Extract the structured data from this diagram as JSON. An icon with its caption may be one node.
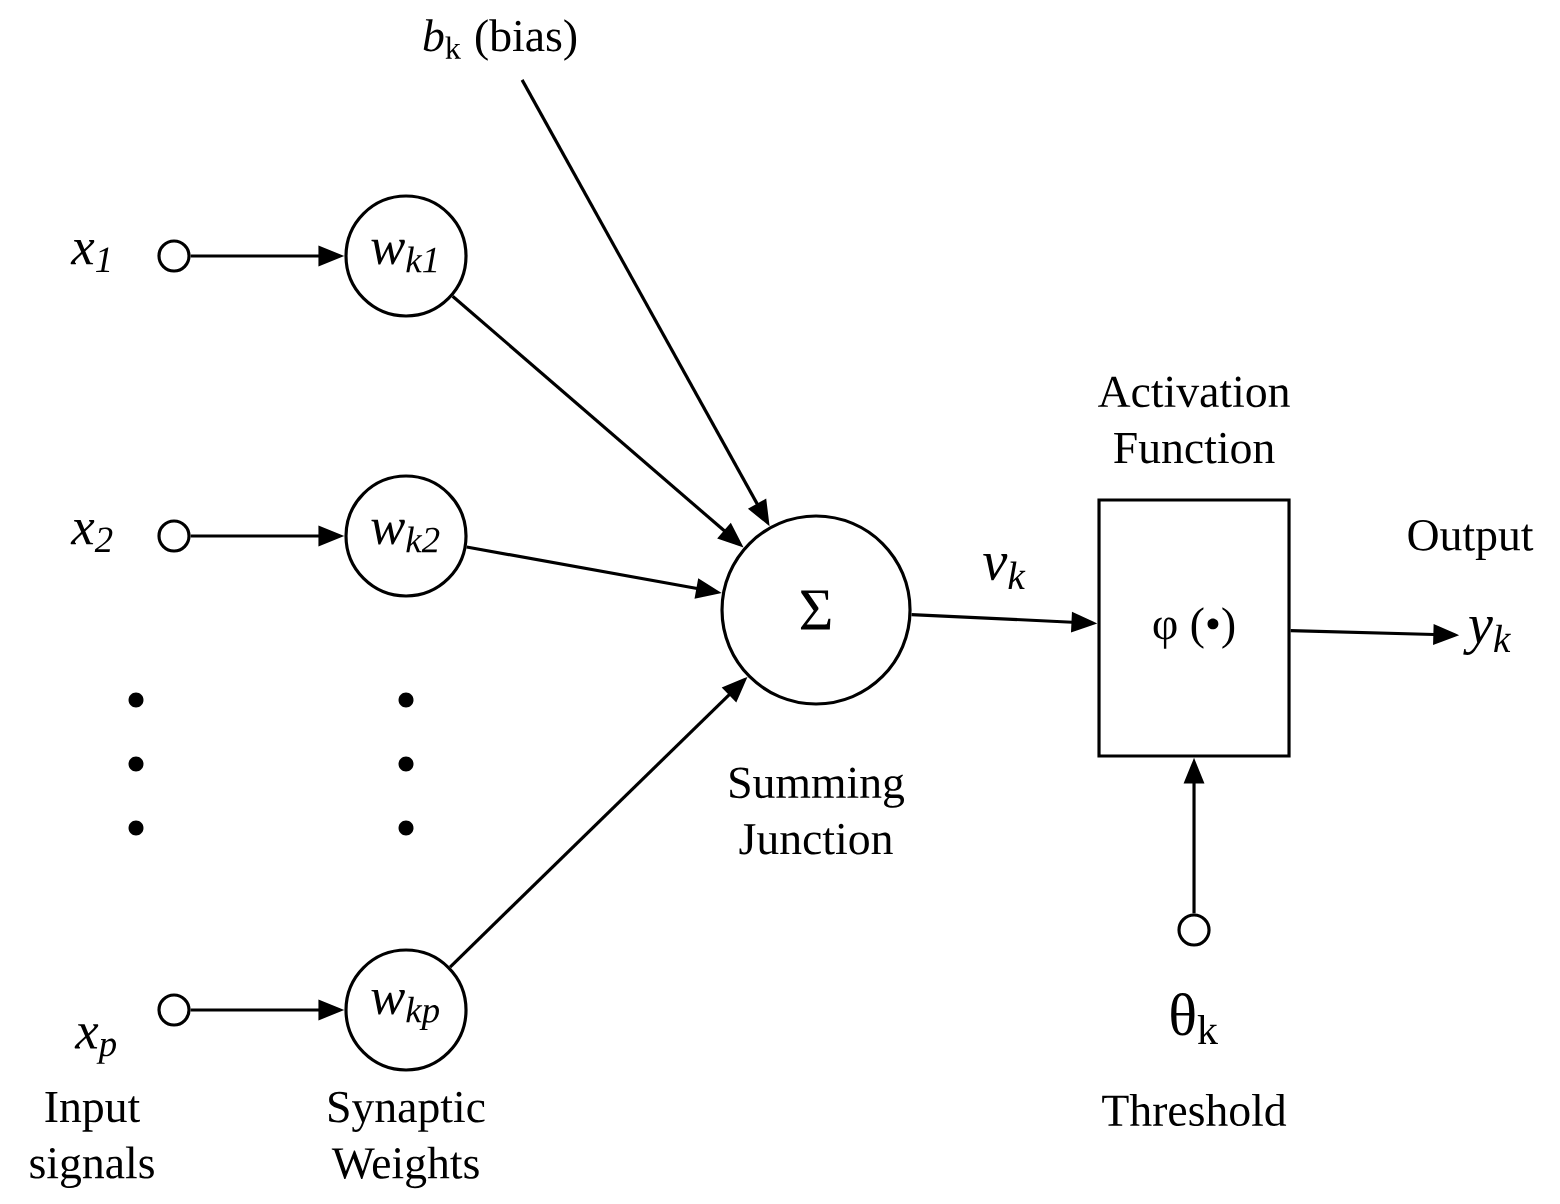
{
  "diagram": {
    "nodes": [
      {
        "text": [
          "x$_{1}$"
        ]
      },
      {
        "text": [
          "x$_{2}$"
        ]
      },
      {
        "text": [
          "x$_{p}$"
        ]
      },
      {
        "text": [
          "w$_{k1}$"
        ]
      },
      {
        "text": [
          "w$_{k2}$"
        ]
      },
      {
        "text": [
          "w$_{kp}$"
        ]
      },
      {
        "text": [
          "Σ"
        ],
        "beside": [
          "Summing Junction"
        ]
      },
      {
        "text": [
          "*b*$_{k}$ (bias)"
        ]
      },
      {
        "text": [
          "Activation Function",
          "φ (•)"
        ]
      },
      {
        "text": [
          "θ$_{k}$"
        ],
        "beside": [
          "Threshold"
        ]
      },
      {
        "text": [
          "y$_{k}$"
        ],
        "beside": [
          "Output"
        ]
      }
    ],
    "edges": [
      {
        "from": 0,
        "to": 3,
        "arrow": "to"
      },
      {
        "from": 1,
        "to": 4,
        "arrow": "to"
      },
      {
        "from": 2,
        "to": 5,
        "arrow": "to"
      },
      {
        "from": 3,
        "to": 6,
        "arrow": "to"
      },
      {
        "from": 4,
        "to": 6,
        "arrow": "to"
      },
      {
        "from": 5,
        "to": 6,
        "arrow": "to"
      },
      {
        "from": 7,
        "to": 6,
        "arrow": "to"
      },
      {
        "from": 6,
        "to": 8,
        "arrow": "to",
        "label": "v$_{k}$"
      },
      {
        "from": 9,
        "to": 8,
        "arrow": "to"
      },
      {
        "from": 8,
        "to": 10,
        "arrow": "to"
      }
    ],
    "labels": [
      "Input signals",
      "Synaptic Weights"
    ]
  }
}
